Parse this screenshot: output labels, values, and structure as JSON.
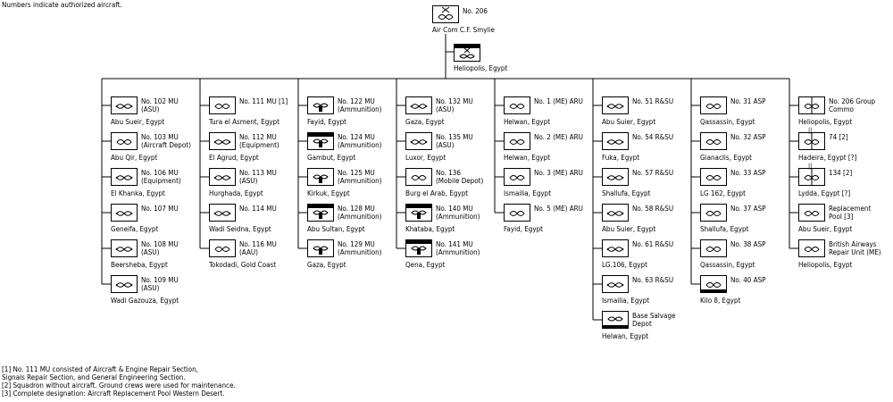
{
  "header_note": "Numbers indicate authorized aircraft.",
  "hq": {
    "unit": "No. 206",
    "commander": "Air Com C.F. Smylie"
  },
  "hq_base": {
    "location": "Heliopolis, Egypt"
  },
  "columns": [
    {
      "items": [
        {
          "lines": [
            "No. 102 MU",
            "(ASU)"
          ],
          "loc": "Abu Sueir, Egypt",
          "icon": "wrench-icon"
        },
        {
          "lines": [
            "No. 103 MU",
            "(Aircraft Depot)"
          ],
          "loc": "Abu Qir, Egypt",
          "icon": "repair-icon"
        },
        {
          "lines": [
            "No. 106 MU",
            "(Equipment)"
          ],
          "loc": "El Khanka, Egypt",
          "icon": "wrench-icon"
        },
        {
          "lines": [
            "No. 107 MU"
          ],
          "loc": "Geneifa, Egypt",
          "icon": "wrench-icon"
        },
        {
          "lines": [
            "No. 108 MU",
            "(ASU)"
          ],
          "loc": "Beersheba, Egypt",
          "icon": "wrench-icon"
        },
        {
          "lines": [
            "No. 109 MU",
            "(ASU)"
          ],
          "loc": "Wadi Gazouza, Egypt",
          "icon": "wrench-icon"
        }
      ]
    },
    {
      "items": [
        {
          "lines": [
            "No. 111 MU [1]"
          ],
          "loc": "Tura el Asment, Egypt",
          "icon": "repair-icon"
        },
        {
          "lines": [
            "No. 112 MU",
            "(Equipment)"
          ],
          "loc": "El Agrud, Egypt",
          "icon": "wrench-icon"
        },
        {
          "lines": [
            "No. 113 MU",
            "(ASU)"
          ],
          "loc": "Hurghada, Egypt",
          "icon": "wrench-icon"
        },
        {
          "lines": [
            "No. 114 MU"
          ],
          "loc": "Wadi Seidna, Egypt",
          "icon": "wrench-icon"
        },
        {
          "lines": [
            "No. 116 MU",
            "(AAU)"
          ],
          "loc": "Tokodadi, Gold Coast",
          "icon": "repair-icon"
        }
      ]
    },
    {
      "items": [
        {
          "lines": [
            "No. 122 MU",
            "(Ammunition)"
          ],
          "loc": "Fayid, Egypt",
          "icon": "ammunition-icon"
        },
        {
          "lines": [
            "No. 124 MU",
            "(Ammunition)"
          ],
          "loc": "Gambut, Egypt",
          "icon": "ammunition-icon",
          "band": true
        },
        {
          "lines": [
            "No. 125 MU",
            "(Ammunition)"
          ],
          "loc": "Kirkuk, Egypt",
          "icon": "ammunition-icon"
        },
        {
          "lines": [
            "No. 128 MU",
            "(Ammunition)"
          ],
          "loc": "Abu Sultan, Egypt",
          "icon": "ammunition-icon",
          "band": true
        },
        {
          "lines": [
            "No. 129 MU",
            "(Ammunition)"
          ],
          "loc": "Gaza, Egypt",
          "icon": "ammunition-icon"
        }
      ]
    },
    {
      "items": [
        {
          "lines": [
            "No. 132 MU",
            "(ASU)"
          ],
          "loc": "Gaza, Egypt",
          "icon": "wrench-icon"
        },
        {
          "lines": [
            "No. 135 MU",
            "(ASU)"
          ],
          "loc": "Luxor, Egypt",
          "icon": "wrench-icon"
        },
        {
          "lines": [
            "No. 136",
            "(Mobile Depot)"
          ],
          "loc": "Burg el Arab, Egypt",
          "icon": "repair-icon"
        },
        {
          "lines": [
            "No. 140 MU",
            "(Ammunition)"
          ],
          "loc": "Khataba, Egypt",
          "icon": "ammunition-icon",
          "band": true
        },
        {
          "lines": [
            "No. 141 MU",
            "(Ammunition)"
          ],
          "loc": "Qena, Egypt",
          "icon": "ammunition-icon",
          "band": true
        }
      ]
    },
    {
      "items": [
        {
          "lines": [
            "No. 1 (ME) ARU"
          ],
          "loc": "Helwan, Egypt",
          "icon": "repair-icon"
        },
        {
          "lines": [
            "No. 2 (ME) ARU"
          ],
          "loc": "Helwan, Egypt",
          "icon": "repair-icon"
        },
        {
          "lines": [
            "No. 3 (ME) ARU"
          ],
          "loc": "Ismailia, Egypt",
          "icon": "repair-icon"
        },
        {
          "lines": [
            "No. 5 (ME) ARU"
          ],
          "loc": "Fayid, Egypt",
          "icon": "repair-icon"
        }
      ]
    },
    {
      "items": [
        {
          "lines": [
            "No. 51 R&SU"
          ],
          "loc": "Abu Suier, Egypt",
          "icon": "wrench-icon"
        },
        {
          "lines": [
            "No. 54 R&SU"
          ],
          "loc": "Fuka, Egypt",
          "icon": "wrench-icon"
        },
        {
          "lines": [
            "No. 57 R&SU"
          ],
          "loc": "Shallufa, Egypt",
          "icon": "wrench-icon"
        },
        {
          "lines": [
            "No. 58 R&SU"
          ],
          "loc": "Abu Suier, Egypt",
          "icon": "wrench-icon"
        },
        {
          "lines": [
            "No. 61 R&SU"
          ],
          "loc": "LG.106, Egypt",
          "icon": "wrench-icon"
        },
        {
          "lines": [
            "No. 63 R&SU"
          ],
          "loc": "Ismailia, Egypt",
          "icon": "wrench-icon"
        },
        {
          "lines": [
            "Base Salvage",
            "Depot"
          ],
          "loc": "Helwan, Egypt",
          "icon": "salvage-icon",
          "thick": true
        }
      ]
    },
    {
      "items": [
        {
          "lines": [
            "No. 31 ASP"
          ],
          "loc": "Qassassin, Egypt",
          "icon": "repair-icon"
        },
        {
          "lines": [
            "No. 32 ASP"
          ],
          "loc": "Gianaclis, Egypt",
          "icon": "repair-icon"
        },
        {
          "lines": [
            "No. 33 ASP"
          ],
          "loc": "LG 162, Egypt",
          "icon": "repair-icon"
        },
        {
          "lines": [
            "No. 37 ASP"
          ],
          "loc": "Shallufa, Egypt",
          "icon": "repair-icon"
        },
        {
          "lines": [
            "No. 38 ASP"
          ],
          "loc": "Qassassin, Egypt",
          "icon": "repair-icon"
        },
        {
          "lines": [
            "No. 40 ASP"
          ],
          "loc": "Kilo 8, Egypt",
          "icon": "repair-icon",
          "thick": true
        }
      ]
    },
    {
      "items": [
        {
          "lines": [
            "No. 206 Group",
            "Commo"
          ],
          "loc": "Heliopolis, Egypt",
          "icon": "squadron-icon"
        },
        {
          "lines": [
            "74 [2]"
          ],
          "loc": "Hadeira, Egypt [?]",
          "icon": "squadron-icon",
          "marker": "||"
        },
        {
          "lines": [
            "134 [2]"
          ],
          "loc": "Lydda, Egypt [?]",
          "icon": "squadron-icon",
          "marker": "||"
        },
        {
          "lines": [
            "Replacement",
            "Pool [3]"
          ],
          "loc": "Abu Sueir, Egypt",
          "icon": "repair-icon"
        },
        {
          "lines": [
            "British Airways",
            "Repair Unit (ME)"
          ],
          "loc": "Heliopolis, Egypt",
          "icon": "repair-icon"
        }
      ]
    }
  ],
  "footnotes": [
    "[1] No. 111 MU consisted of Aircraft & Engine Repair Section,",
    "      Signals Repair Section, and General Engineering Section.",
    "[2] Squadron without aircraft. Ground crews were used for maintenance.",
    "[3] Complete designation: Aircraft Replacement Pool Western Desert."
  ]
}
